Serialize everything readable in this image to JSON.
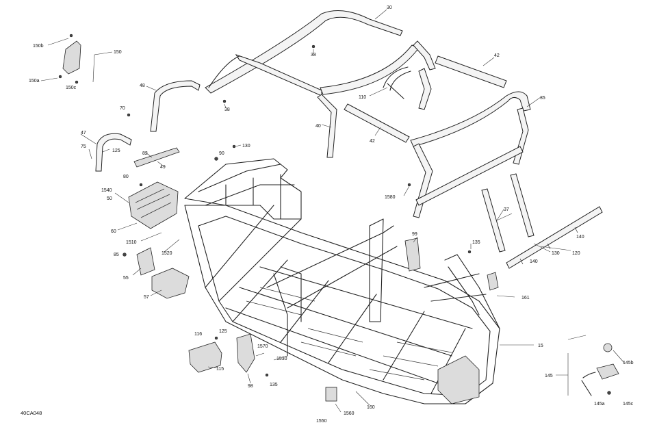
{
  "diagram": {
    "reference_code": "40CA048",
    "labels": [
      {
        "id": "30",
        "text": "30"
      },
      {
        "id": "38a",
        "text": "38"
      },
      {
        "id": "38b",
        "text": "38"
      },
      {
        "id": "42a",
        "text": "42"
      },
      {
        "id": "42b",
        "text": "42"
      },
      {
        "id": "110",
        "text": "110"
      },
      {
        "id": "40",
        "text": "40"
      },
      {
        "id": "35",
        "text": "35"
      },
      {
        "id": "150b",
        "text": "150b"
      },
      {
        "id": "150",
        "text": "150"
      },
      {
        "id": "150a",
        "text": "150a"
      },
      {
        "id": "150c",
        "text": "150c"
      },
      {
        "id": "48",
        "text": "48"
      },
      {
        "id": "70",
        "text": "70"
      },
      {
        "id": "47",
        "text": "47"
      },
      {
        "id": "75",
        "text": "75"
      },
      {
        "id": "125a",
        "text": "125"
      },
      {
        "id": "82",
        "text": "82"
      },
      {
        "id": "49",
        "text": "49"
      },
      {
        "id": "90",
        "text": "90"
      },
      {
        "id": "130a",
        "text": "130"
      },
      {
        "id": "80",
        "text": "80"
      },
      {
        "id": "1540",
        "text": "1540"
      },
      {
        "id": "50",
        "text": "50"
      },
      {
        "id": "1580",
        "text": "1580"
      },
      {
        "id": "37",
        "text": "37"
      },
      {
        "id": "60",
        "text": "60"
      },
      {
        "id": "1510",
        "text": "1510"
      },
      {
        "id": "1520",
        "text": "1520"
      },
      {
        "id": "85",
        "text": "85"
      },
      {
        "id": "55",
        "text": "55"
      },
      {
        "id": "57",
        "text": "57"
      },
      {
        "id": "99",
        "text": "99"
      },
      {
        "id": "135a",
        "text": "135"
      },
      {
        "id": "140a",
        "text": "140"
      },
      {
        "id": "140b",
        "text": "140"
      },
      {
        "id": "130b",
        "text": "130"
      },
      {
        "id": "120",
        "text": "120"
      },
      {
        "id": "161",
        "text": "161"
      },
      {
        "id": "15",
        "text": "15"
      },
      {
        "id": "116",
        "text": "116"
      },
      {
        "id": "125b",
        "text": "125"
      },
      {
        "id": "1570",
        "text": "1570"
      },
      {
        "id": "1530",
        "text": "1530"
      },
      {
        "id": "115",
        "text": "115"
      },
      {
        "id": "98",
        "text": "98"
      },
      {
        "id": "135b",
        "text": "135"
      },
      {
        "id": "1560",
        "text": "1560"
      },
      {
        "id": "1550",
        "text": "1550"
      },
      {
        "id": "160",
        "text": "160"
      },
      {
        "id": "145b",
        "text": "145b"
      },
      {
        "id": "145",
        "text": "145"
      },
      {
        "id": "145a",
        "text": "145a"
      },
      {
        "id": "145c",
        "text": "145c"
      }
    ]
  }
}
